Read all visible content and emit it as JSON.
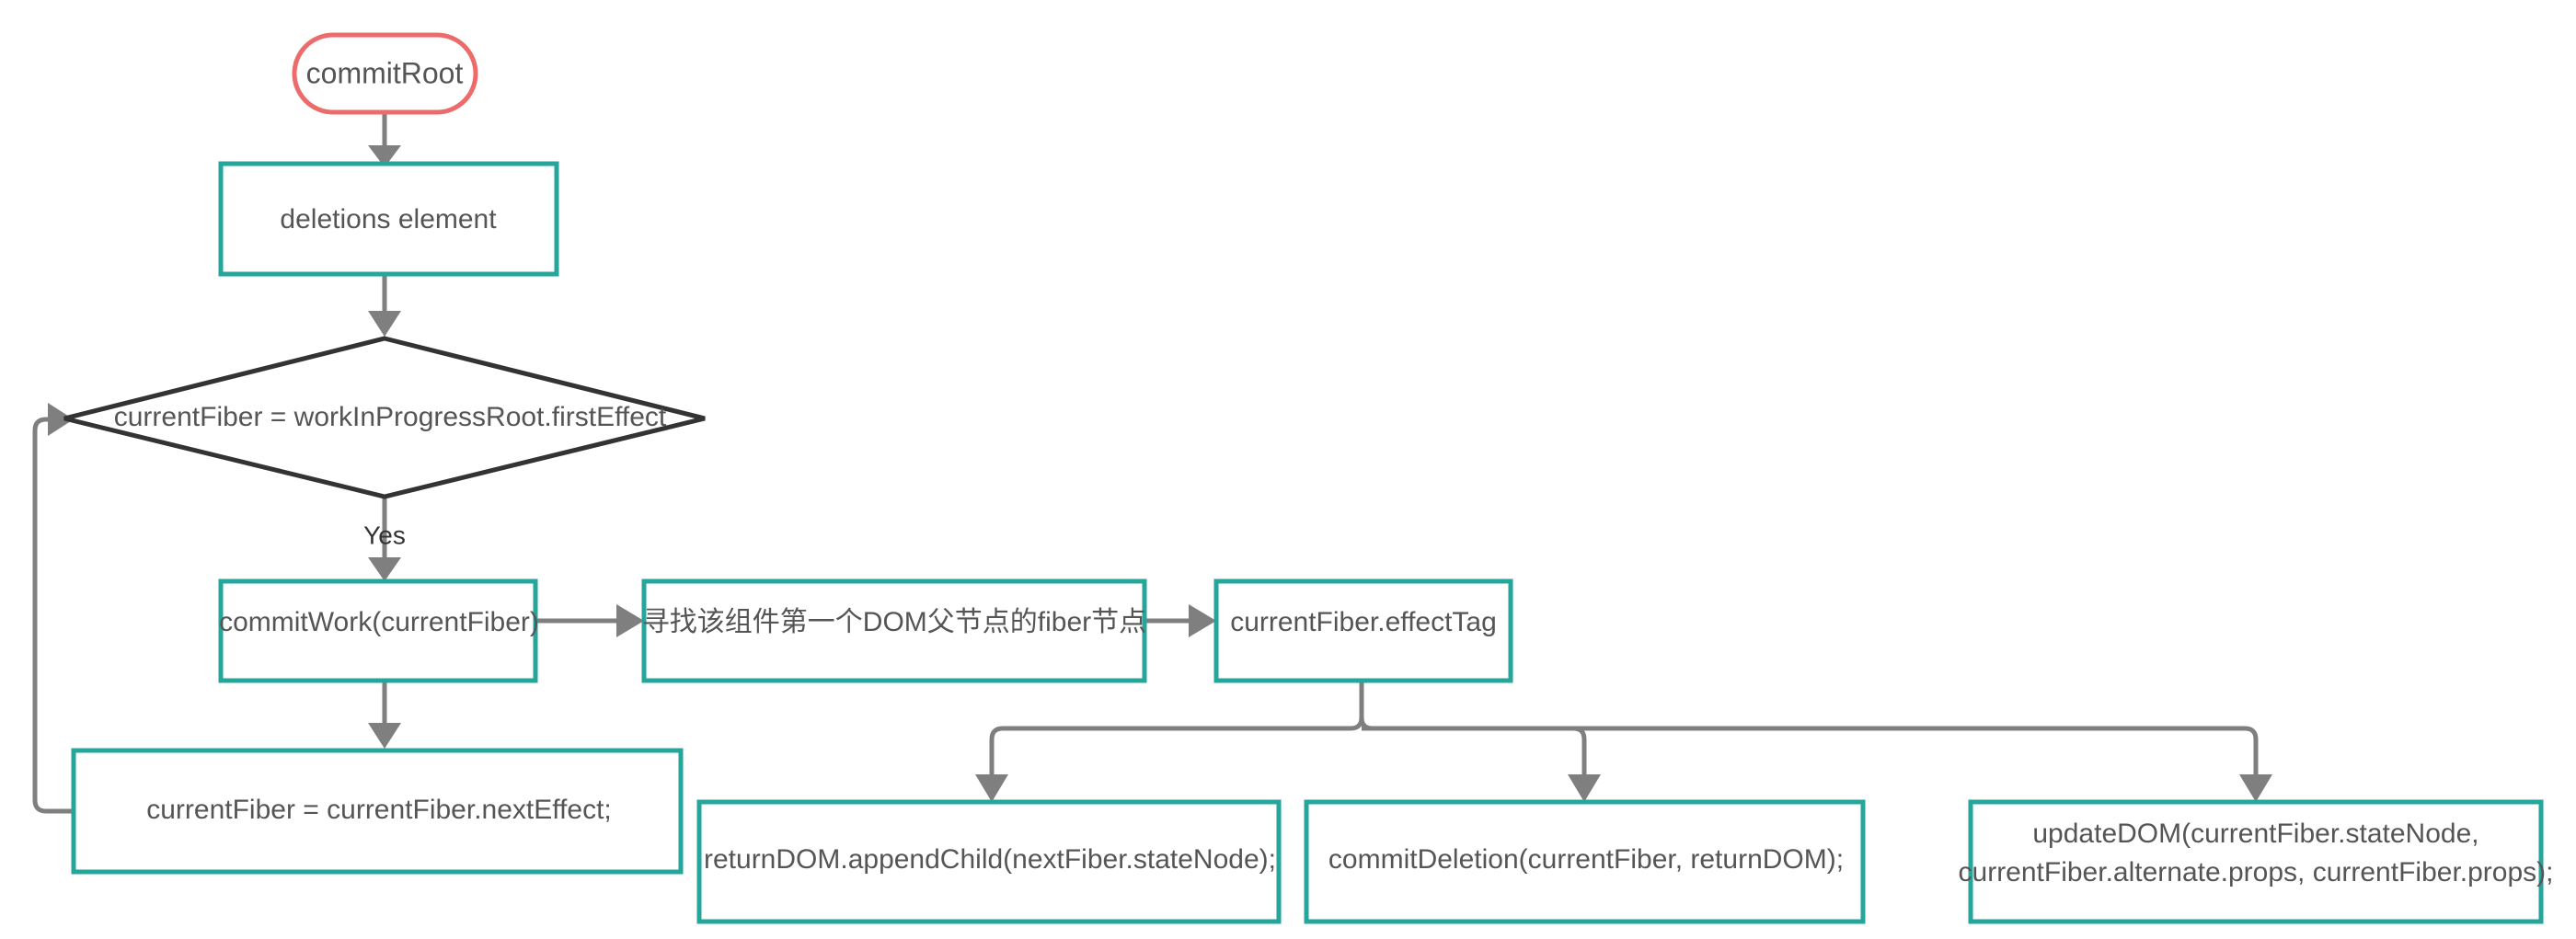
{
  "diagram": {
    "type": "flowchart",
    "title": "React commitRoot flowchart",
    "background_color": "#ffffff",
    "colors": {
      "process_border": "#26a69a",
      "terminator_border": "#ec6b6b",
      "decision_border": "#333333",
      "edge": "#7f7f7f",
      "node_text": "#555555",
      "edge_text": "#333333"
    },
    "nodes": [
      {
        "id": "commit-root",
        "shape": "stadium",
        "label": "commitRoot",
        "border_color": "#ec6b6b"
      },
      {
        "id": "deletions-element",
        "shape": "rect",
        "label": "deletions element",
        "border_color": "#26a69a"
      },
      {
        "id": "current-fiber-first-effect",
        "shape": "diamond",
        "label": "currentFiber = workInProgressRoot.firstEffect",
        "border_color": "#333333"
      },
      {
        "id": "commit-work",
        "shape": "rect",
        "label": "commitWork(currentFiber)",
        "border_color": "#26a69a"
      },
      {
        "id": "find-dom-parent-fiber",
        "shape": "rect",
        "label": "寻找该组件第一个DOM父节点的fiber节点",
        "border_color": "#26a69a"
      },
      {
        "id": "current-fiber-effect-tag",
        "shape": "rect",
        "label": "currentFiber.effectTag",
        "border_color": "#26a69a"
      },
      {
        "id": "current-fiber-next-effect",
        "shape": "rect",
        "label": "currentFiber = currentFiber.nextEffect;",
        "border_color": "#26a69a"
      },
      {
        "id": "return-dom-append-child",
        "shape": "rect",
        "label": "returnDOM.appendChild(nextFiber.stateNode);",
        "border_color": "#26a69a"
      },
      {
        "id": "commit-deletion",
        "shape": "rect",
        "label": "commitDeletion(currentFiber, returnDOM);",
        "border_color": "#26a69a"
      },
      {
        "id": "update-dom",
        "shape": "rect",
        "label_line1": "updateDOM(currentFiber.stateNode,",
        "label_line2": "currentFiber.alternate.props, currentFiber.props);",
        "border_color": "#26a69a"
      }
    ],
    "edges": [
      {
        "id": "e1",
        "from": "commit-root",
        "to": "deletions-element",
        "label": ""
      },
      {
        "id": "e2",
        "from": "deletions-element",
        "to": "current-fiber-first-effect",
        "label": ""
      },
      {
        "id": "e3",
        "from": "current-fiber-first-effect",
        "to": "commit-work",
        "label": "Yes"
      },
      {
        "id": "e4",
        "from": "commit-work",
        "to": "find-dom-parent-fiber",
        "label": ""
      },
      {
        "id": "e5",
        "from": "find-dom-parent-fiber",
        "to": "current-fiber-effect-tag",
        "label": ""
      },
      {
        "id": "e6",
        "from": "commit-work",
        "to": "current-fiber-next-effect",
        "label": ""
      },
      {
        "id": "e7",
        "from": "current-fiber-next-effect",
        "to": "current-fiber-first-effect",
        "label": ""
      },
      {
        "id": "e8",
        "from": "current-fiber-effect-tag",
        "to": "return-dom-append-child",
        "label": ""
      },
      {
        "id": "e9",
        "from": "current-fiber-effect-tag",
        "to": "commit-deletion",
        "label": ""
      },
      {
        "id": "e10",
        "from": "current-fiber-effect-tag",
        "to": "update-dom",
        "label": ""
      }
    ],
    "edge_labels": {
      "yes": "Yes"
    }
  }
}
